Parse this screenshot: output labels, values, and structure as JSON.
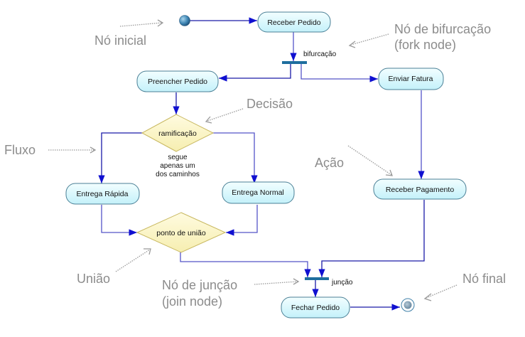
{
  "diagram": {
    "type": "UML activity diagram",
    "nodes": {
      "initial": {
        "kind": "initial-node"
      },
      "receber_pedido": {
        "kind": "action",
        "label": "Receber Pedido"
      },
      "fork": {
        "kind": "fork",
        "label": "bifurcação"
      },
      "preencher_pedido": {
        "kind": "action",
        "label": "Preencher Pedido"
      },
      "enviar_fatura": {
        "kind": "action",
        "label": "Enviar Fatura"
      },
      "decision": {
        "kind": "decision",
        "label": "ramificação",
        "note": [
          "segue",
          "apenas um",
          "dos caminhos"
        ]
      },
      "entrega_rapida": {
        "kind": "action",
        "label": "Entrega Rápida"
      },
      "entrega_normal": {
        "kind": "action",
        "label": "Entrega Normal"
      },
      "merge": {
        "kind": "merge",
        "label": "ponto de união"
      },
      "receber_pagamento": {
        "kind": "action",
        "label": "Receber Pagamento"
      },
      "join": {
        "kind": "join",
        "label": "junção"
      },
      "fechar_pedido": {
        "kind": "action",
        "label": "Fechar Pedido"
      },
      "final": {
        "kind": "final-node"
      }
    },
    "edges": [
      [
        "initial",
        "receber_pedido"
      ],
      [
        "receber_pedido",
        "fork"
      ],
      [
        "fork",
        "preencher_pedido"
      ],
      [
        "fork",
        "enviar_fatura"
      ],
      [
        "preencher_pedido",
        "decision"
      ],
      [
        "decision",
        "entrega_rapida"
      ],
      [
        "decision",
        "entrega_normal"
      ],
      [
        "entrega_rapida",
        "merge"
      ],
      [
        "entrega_normal",
        "merge"
      ],
      [
        "enviar_fatura",
        "receber_pagamento"
      ],
      [
        "merge",
        "join"
      ],
      [
        "receber_pagamento",
        "join"
      ],
      [
        "join",
        "fechar_pedido"
      ],
      [
        "fechar_pedido",
        "final"
      ]
    ],
    "annotations": {
      "no_inicial": [
        "Nó inicial"
      ],
      "fork_node": [
        "Nó de bifurcação",
        "(fork node)"
      ],
      "decisao": [
        "Decisão"
      ],
      "fluxo": [
        "Fluxo"
      ],
      "acao": [
        "Ação"
      ],
      "uniao": [
        "União"
      ],
      "join_node": [
        "Nó de junção",
        "(join node)"
      ],
      "no_final": [
        "Nó final"
      ]
    },
    "colors": {
      "flow": "#1a1aa8",
      "action_fill_top": "#f2feff",
      "action_fill_bottom": "#c4f1fa",
      "action_border": "#4a7f95",
      "decision_fill": "#fcf6c8",
      "bar": "#1e6e9e",
      "annotation": "#8c8c8c"
    }
  }
}
